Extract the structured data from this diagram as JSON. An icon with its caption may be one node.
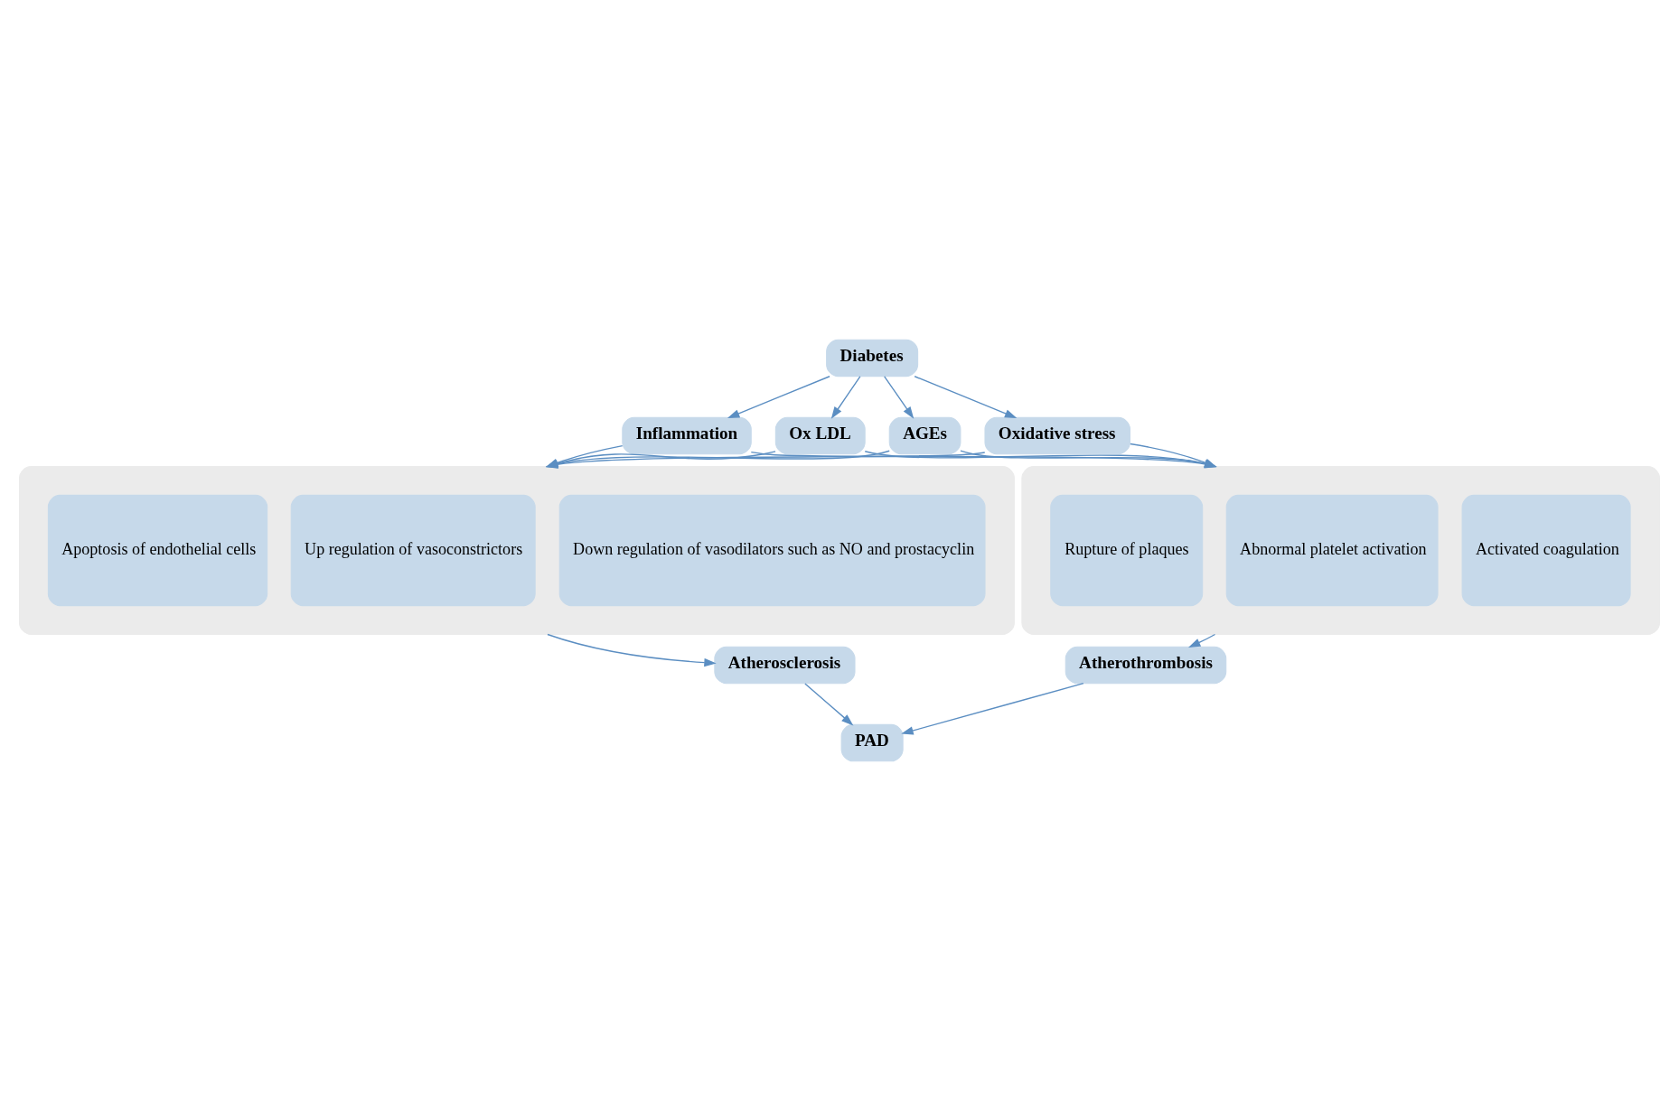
{
  "diagram": {
    "nodes": [
      {
        "text": [
          "Diabetes"
        ]
      },
      {
        "text": [
          "AGEs"
        ]
      },
      {
        "text": [
          "Oxidative stress"
        ]
      },
      {
        "text": [
          "Inflammation"
        ]
      },
      {
        "text": [
          "Ox LDL"
        ]
      },
      {
        "text": [],
        "shape": "ellipse"
      },
      {
        "text": [
          "Down regulation of vasodilators such as NO and prostacyclin"
        ],
        "in": 5
      },
      {
        "text": [
          "Up regulation of vasoconstrictors"
        ],
        "in": 5
      },
      {
        "text": [
          "Apoptosis of endothelial cells"
        ],
        "in": 5
      },
      {
        "text": [],
        "shape": "ellipse"
      },
      {
        "text": [
          "Activated coagulation"
        ],
        "in": 9
      },
      {
        "text": [
          "Abnormal platelet activation"
        ],
        "in": 9
      },
      {
        "text": [
          "Rupture of plaques"
        ],
        "in": 9
      },
      {
        "text": [
          "Atherosclerosis"
        ]
      },
      {
        "text": [
          "Atherothrombosis"
        ]
      },
      {
        "text": [
          "PAD"
        ]
      }
    ],
    "edges": [
      {
        "from": 0,
        "to": 1,
        "arrow": "to"
      },
      {
        "from": 0,
        "to": 2,
        "arrow": "to"
      },
      {
        "from": 0,
        "to": 3,
        "arrow": "to"
      },
      {
        "from": 0,
        "to": 4,
        "arrow": "to"
      },
      {
        "from": 1,
        "to": 5,
        "arrow": "to"
      },
      {
        "from": 2,
        "to": 5,
        "arrow": "to"
      },
      {
        "from": 3,
        "to": 5,
        "arrow": "to"
      },
      {
        "from": 4,
        "to": 5,
        "arrow": "to"
      },
      {
        "from": 1,
        "to": 9,
        "arrow": "to"
      },
      {
        "from": 2,
        "to": 9,
        "arrow": "to"
      },
      {
        "from": 3,
        "to": 9,
        "arrow": "to"
      },
      {
        "from": 4,
        "to": 9,
        "arrow": "to"
      },
      {
        "from": 5,
        "to": 13,
        "arrow": "to"
      },
      {
        "from": 9,
        "to": 14,
        "arrow": "to"
      },
      {
        "from": 13,
        "to": 15,
        "arrow": "to"
      },
      {
        "from": 14,
        "to": 15,
        "arrow": "to"
      }
    ]
  }
}
